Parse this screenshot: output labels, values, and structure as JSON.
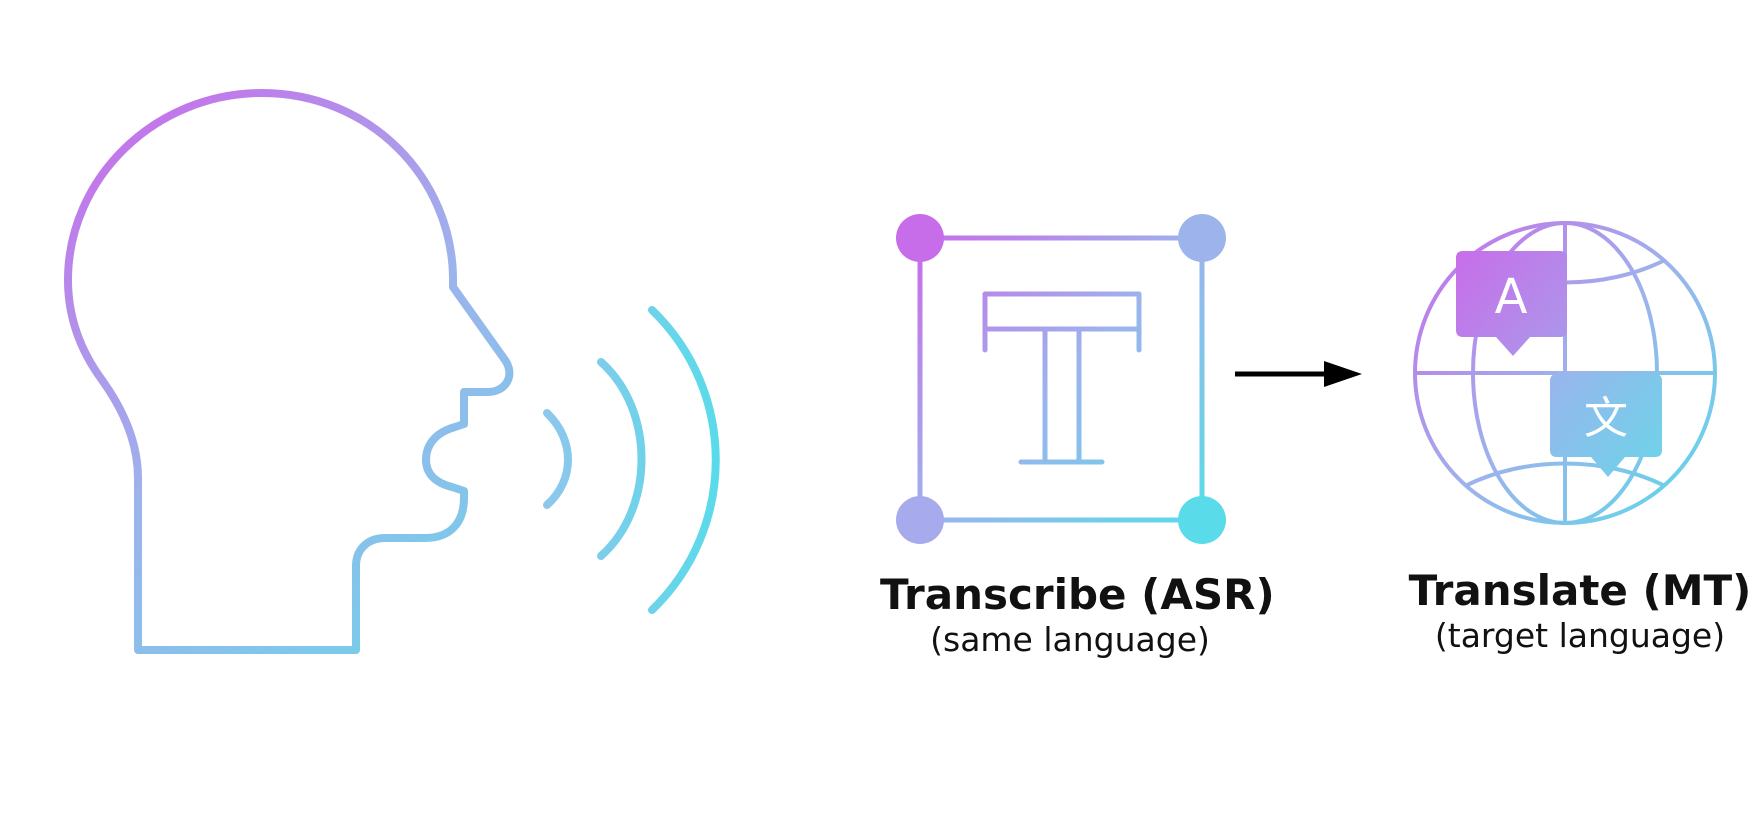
{
  "colors": {
    "gradient_start": "#c86de9",
    "gradient_mid": "#9db3ec",
    "gradient_end": "#59dbe9",
    "arrow": "#000000",
    "text": "#111111",
    "background": "#ffffff"
  },
  "icons": {
    "speaker": "speaking-head-icon",
    "sound_waves": "sound-waves-icon",
    "transcribe": "text-box-icon",
    "translate": "globe-translate-icon",
    "flow_arrow": "right-arrow-icon"
  },
  "steps": {
    "transcribe": {
      "title": "Transcribe (ASR)",
      "subtitle": "(same language)",
      "glyph": "T"
    },
    "translate": {
      "title": "Translate (MT)",
      "subtitle": "(target language)",
      "bubble_a": "A",
      "bubble_b": "文"
    }
  }
}
